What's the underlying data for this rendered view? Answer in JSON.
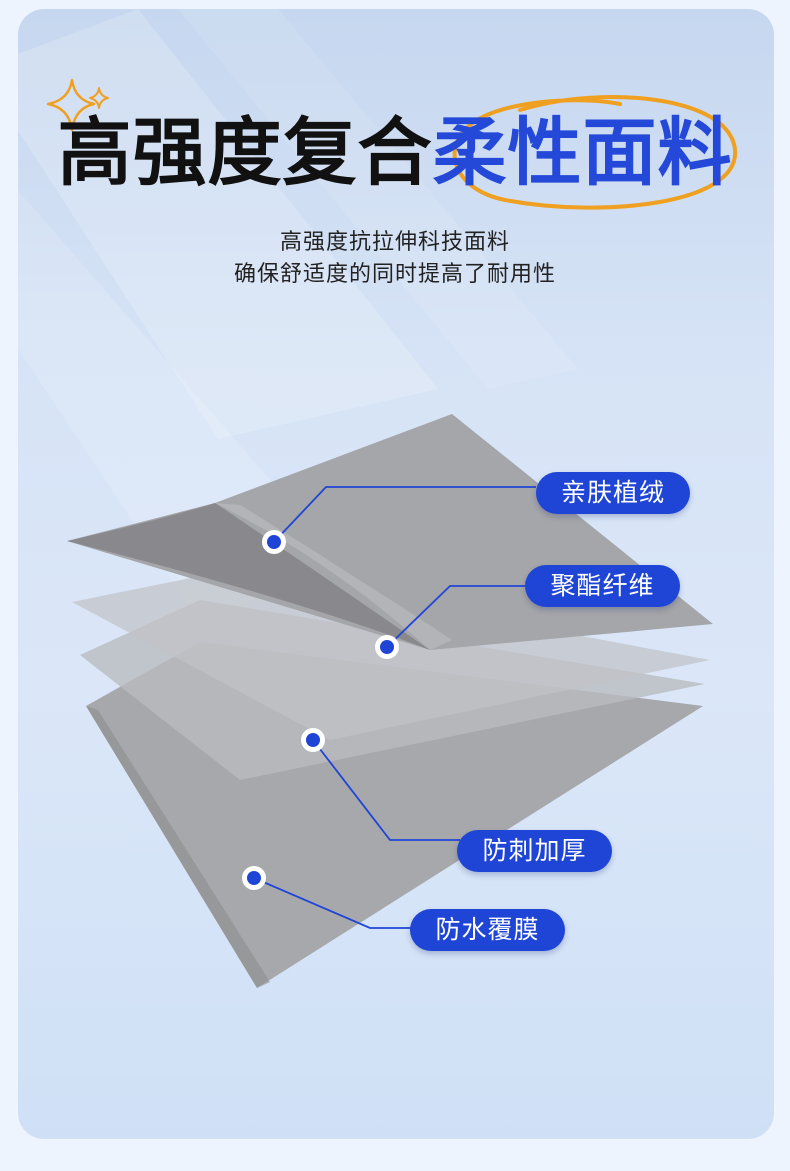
{
  "title": {
    "part1": "高强度复合",
    "part2": "柔性面料"
  },
  "subtitle": {
    "line1": "高强度抗拉伸科技面料",
    "line2": "确保舒适度的同时提高了耐用性"
  },
  "layers": [
    {
      "label": "亲肤植绒"
    },
    {
      "label": "聚酯纤维"
    },
    {
      "label": "防刺加厚"
    },
    {
      "label": "防水覆膜"
    }
  ],
  "colors": {
    "accent": "#2448d8",
    "pill": "#1f45d6",
    "swoosh": "#f0a020",
    "fabric": "#a9aaac"
  }
}
